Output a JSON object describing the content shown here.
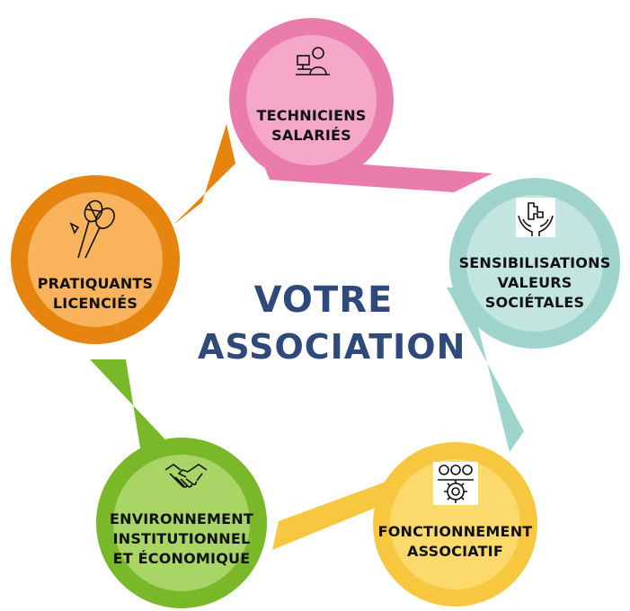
{
  "center": {
    "line1": "VOTRE",
    "line2": "ASSOCIATION",
    "color": "#2f4a7a"
  },
  "nodes": [
    {
      "key": "techniciens",
      "line1": "TECHNICIENS",
      "line2": "SALARIÉS",
      "ring": "#ea7cab",
      "fill": "#f4a7c7",
      "icon": "person-at-computer-icon"
    },
    {
      "key": "sensibilisations",
      "line1": "SENSIBILISATIONS",
      "line2": "VALEURS",
      "line3": "SOCIÉTALES",
      "ring": "#9fd4cd",
      "fill": "#c3e5df",
      "icon": "hands-puzzle-icon"
    },
    {
      "key": "fonctionnement",
      "line1": "FONCTIONNEMENT",
      "line2": "ASSOCIATIF",
      "ring": "#f7c73f",
      "fill": "#fbd96a",
      "icon": "team-gear-icon"
    },
    {
      "key": "environnement",
      "line1": "ENVIRONNEMENT",
      "line2": "INSTITUTIONNEL",
      "line3": "ET ÉCONOMIQUE",
      "ring": "#79b829",
      "fill": "#a9d566",
      "icon": "handshake-icon"
    },
    {
      "key": "pratiquants",
      "line1": "PRATIQUANTS",
      "line2": "LICENCIÉS",
      "ring": "#e5850f",
      "fill": "#f8b35c",
      "icon": "badminton-icon"
    }
  ]
}
